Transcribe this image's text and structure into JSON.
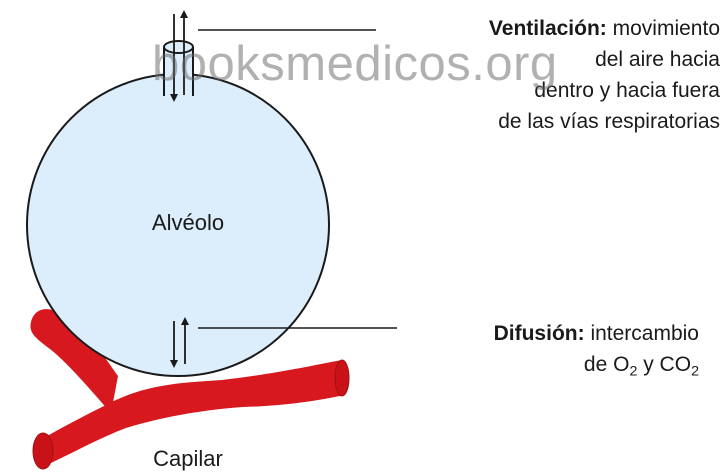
{
  "watermark": "booksmedicos.org",
  "alveolus": {
    "label": "Alvéolo",
    "fill": "#dcedfb",
    "stroke": "#1a1a1a"
  },
  "capillary": {
    "label": "Capilar",
    "color": "#d7191f"
  },
  "ventilation": {
    "term": "Ventilación:",
    "line1_rest": "movimiento",
    "line2": "del aire hacia",
    "line3": "dentro y hacia fuera",
    "line4": "de las vías respiratorias"
  },
  "diffusion": {
    "term": "Difusión:",
    "line1_rest": "intercambio",
    "line2_prefix": "de O",
    "o2_subscript": "2",
    "line2_middle": " y CO",
    "co2_subscript": "2"
  }
}
